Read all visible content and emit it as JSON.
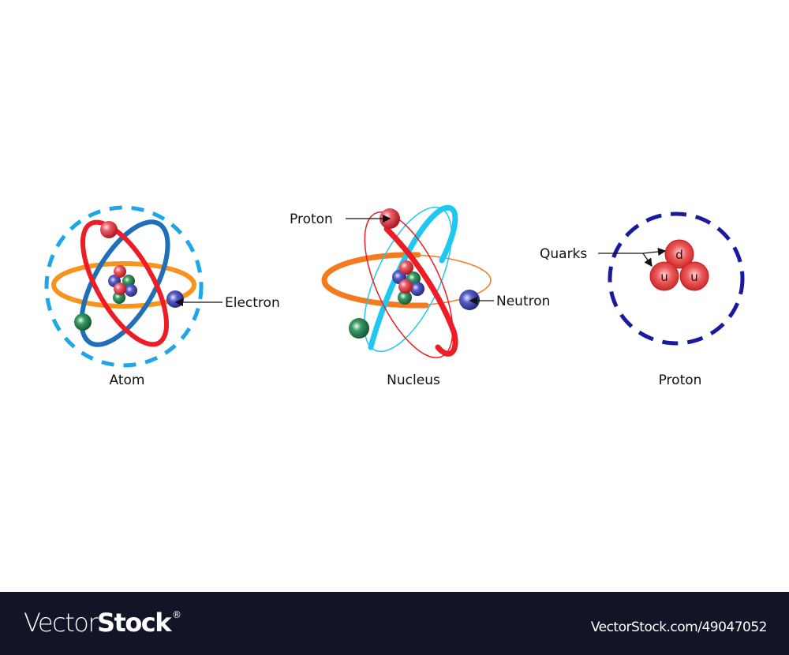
{
  "diagrams": [
    {
      "id": "atom",
      "caption": "Atom",
      "labels": {
        "electron": "Electron"
      }
    },
    {
      "id": "nucleus",
      "caption": "Nucleus",
      "labels": {
        "proton": "Proton",
        "neutron": "Neutron"
      }
    },
    {
      "id": "proton",
      "caption": "Proton",
      "labels": {
        "quarks": "Quarks"
      },
      "quarks": [
        "d",
        "u",
        "u"
      ]
    }
  ],
  "colors": {
    "proton_red": "#e0303a",
    "neutron_blue": "#3b3fa8",
    "electron_green": "#1e7a4a",
    "orbit_orange": "#f7941d",
    "orbit_blue": "#1f6fb8",
    "orbit_red": "#ee1c25",
    "orbit_cyan": "#1ec8f0",
    "dashed_cyan": "#1ea7e8",
    "dashed_navy": "#1a1aa0",
    "footer_bg": "#121427"
  },
  "footer": {
    "brand_light": "Vector",
    "brand_bold": "Stock",
    "brand_mark": "®",
    "url": "VectorStock.com/49047052"
  }
}
